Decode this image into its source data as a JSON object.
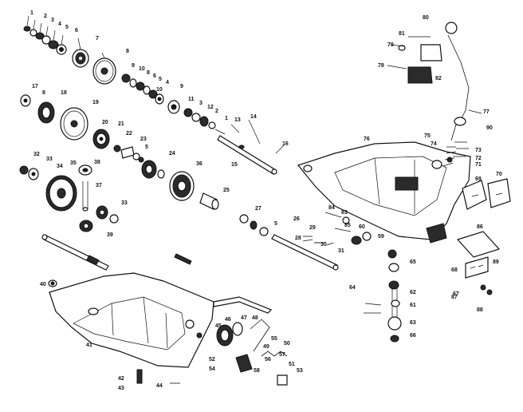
{
  "diagram": {
    "labels": [
      {
        "id": "p1",
        "text": "1"
      },
      {
        "id": "p2",
        "text": "2"
      },
      {
        "id": "p3",
        "text": "3"
      },
      {
        "id": "p4",
        "text": "4"
      },
      {
        "id": "p5",
        "text": "5"
      },
      {
        "id": "p6",
        "text": "6"
      },
      {
        "id": "p7",
        "text": "7"
      },
      {
        "id": "p8",
        "text": "8"
      },
      {
        "id": "p9a",
        "text": "9"
      },
      {
        "id": "p10a",
        "text": "10"
      },
      {
        "id": "p8b",
        "text": "8"
      },
      {
        "id": "p6b",
        "text": "6"
      },
      {
        "id": "p5b",
        "text": "5"
      },
      {
        "id": "p4b",
        "text": "4"
      },
      {
        "id": "p10b",
        "text": "10"
      },
      {
        "id": "p9b",
        "text": "9"
      },
      {
        "id": "p11",
        "text": "11"
      },
      {
        "id": "p3b",
        "text": "3"
      },
      {
        "id": "p12",
        "text": "12"
      },
      {
        "id": "p2b",
        "text": "2"
      },
      {
        "id": "p1b",
        "text": "1"
      },
      {
        "id": "p13",
        "text": "13"
      },
      {
        "id": "p14",
        "text": "14"
      },
      {
        "id": "p15",
        "text": "15"
      },
      {
        "id": "p16",
        "text": "16"
      },
      {
        "id": "p17",
        "text": "17"
      },
      {
        "id": "p8c",
        "text": "8"
      },
      {
        "id": "p18",
        "text": "18"
      },
      {
        "id": "p19",
        "text": "19"
      },
      {
        "id": "p20",
        "text": "20"
      },
      {
        "id": "p21",
        "text": "21"
      },
      {
        "id": "p22",
        "text": "22"
      },
      {
        "id": "p23",
        "text": "23"
      },
      {
        "id": "p5c",
        "text": "5"
      },
      {
        "id": "p24",
        "text": "24"
      },
      {
        "id": "p25",
        "text": "25"
      },
      {
        "id": "p26",
        "text": "26"
      },
      {
        "id": "p27",
        "text": "27"
      },
      {
        "id": "p5d",
        "text": "5"
      },
      {
        "id": "p28",
        "text": "28"
      },
      {
        "id": "p29",
        "text": "29"
      },
      {
        "id": "p30",
        "text": "30"
      },
      {
        "id": "p31",
        "text": "31"
      },
      {
        "id": "p32",
        "text": "32"
      },
      {
        "id": "p33",
        "text": "33"
      },
      {
        "id": "p34",
        "text": "34"
      },
      {
        "id": "p35",
        "text": "35"
      },
      {
        "id": "p36",
        "text": "36"
      },
      {
        "id": "p37",
        "text": "37"
      },
      {
        "id": "p38",
        "text": "38"
      },
      {
        "id": "p39",
        "text": "39"
      },
      {
        "id": "p33b",
        "text": "33"
      },
      {
        "id": "p40",
        "text": "40"
      },
      {
        "id": "p41",
        "text": "41"
      },
      {
        "id": "p42",
        "text": "42"
      },
      {
        "id": "p43",
        "text": "43"
      },
      {
        "id": "p44",
        "text": "44"
      },
      {
        "id": "p45",
        "text": "45"
      },
      {
        "id": "p46",
        "text": "46"
      },
      {
        "id": "p47",
        "text": "47"
      },
      {
        "id": "p48",
        "text": "48"
      },
      {
        "id": "p49",
        "text": "49"
      },
      {
        "id": "p50",
        "text": "50"
      },
      {
        "id": "p51",
        "text": "51"
      },
      {
        "id": "p52",
        "text": "52"
      },
      {
        "id": "p53",
        "text": "53"
      },
      {
        "id": "p54",
        "text": "54"
      },
      {
        "id": "p55",
        "text": "55"
      },
      {
        "id": "p56",
        "text": "56"
      },
      {
        "id": "p57",
        "text": "57"
      },
      {
        "id": "p58",
        "text": "58"
      },
      {
        "id": "p59",
        "text": "59"
      },
      {
        "id": "p60",
        "text": "60"
      },
      {
        "id": "p61",
        "text": "61"
      },
      {
        "id": "p62",
        "text": "62"
      },
      {
        "id": "p63",
        "text": "63"
      },
      {
        "id": "p64",
        "text": "64"
      },
      {
        "id": "p65",
        "text": "65"
      },
      {
        "id": "p66",
        "text": "66"
      },
      {
        "id": "p67",
        "text": "67"
      },
      {
        "id": "p68",
        "text": "68"
      },
      {
        "id": "p69",
        "text": "69"
      },
      {
        "id": "p70",
        "text": "70"
      },
      {
        "id": "p71",
        "text": "71"
      },
      {
        "id": "p72",
        "text": "72"
      },
      {
        "id": "p73",
        "text": "73"
      },
      {
        "id": "p74",
        "text": "74"
      },
      {
        "id": "p75",
        "text": "75"
      },
      {
        "id": "p76",
        "text": "76"
      },
      {
        "id": "p77",
        "text": "77"
      },
      {
        "id": "p78",
        "text": "78"
      },
      {
        "id": "p79",
        "text": "79"
      },
      {
        "id": "p80",
        "text": "80"
      },
      {
        "id": "p81",
        "text": "81"
      },
      {
        "id": "p82",
        "text": "82"
      },
      {
        "id": "p83",
        "text": "83"
      },
      {
        "id": "p84",
        "text": "84"
      },
      {
        "id": "p85",
        "text": "85"
      },
      {
        "id": "p86",
        "text": "86"
      },
      {
        "id": "p87",
        "text": "87"
      },
      {
        "id": "p88",
        "text": "88"
      },
      {
        "id": "p89",
        "text": "89"
      },
      {
        "id": "p90",
        "text": "90"
      }
    ]
  }
}
